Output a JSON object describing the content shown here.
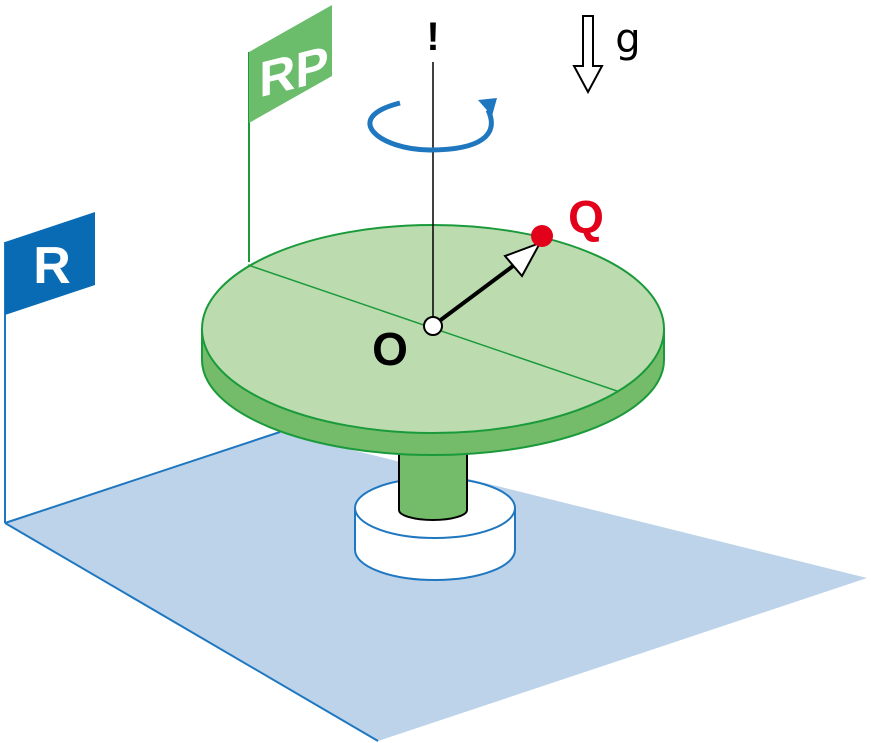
{
  "labels": {
    "frame_r": "R",
    "frame_rp": "RP",
    "point_o": "O",
    "point_q": "Q",
    "gravity": "g",
    "axis_mark": "!"
  },
  "colors": {
    "floor": "#bcd3ea",
    "floor_edge": "#1f77c0",
    "flag_r": "#0a6bb5",
    "flag_rp": "#6bbd6b",
    "disk_top": "#bcdcb0",
    "disk_side": "#74bb6a",
    "disk_edge": "#1a9a3a",
    "point_q": "#e2001a",
    "rotation_arrow": "#1f77c0"
  }
}
